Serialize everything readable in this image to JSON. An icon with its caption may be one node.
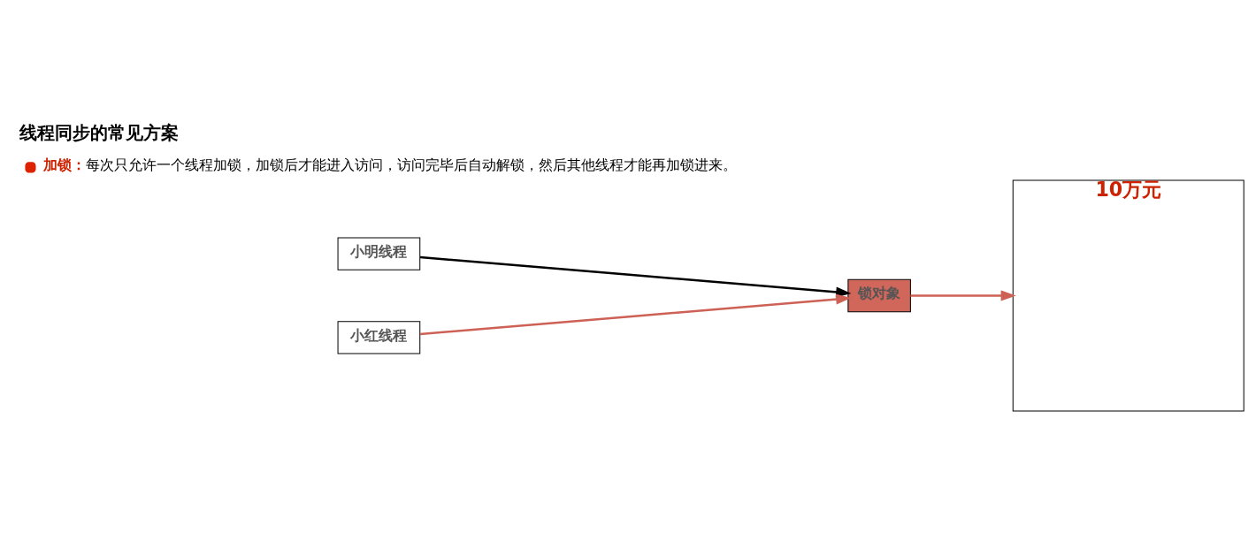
{
  "diagram": {
    "title": "线程同步的常见方案",
    "nodes": [
      {
        "text": [
          "小明线程"
        ]
      },
      {
        "text": [
          "小红线程"
        ]
      },
      {
        "text": [
          "锁对象"
        ]
      },
      {
        "text": [
          "10万元"
        ]
      }
    ],
    "edges": [
      {
        "from": 0,
        "to": 2,
        "arrow": "to",
        "color": "#000000"
      },
      {
        "from": 1,
        "to": 2,
        "arrow": "to"
      },
      {
        "from": 2,
        "to": 3,
        "arrow": "to"
      }
    ],
    "labels": [
      "**加锁：**每次只允许一个线程加锁，加锁后才能进入访问，访问完毕后自动解锁，然后其他线程才能再加锁进来。"
    ]
  }
}
